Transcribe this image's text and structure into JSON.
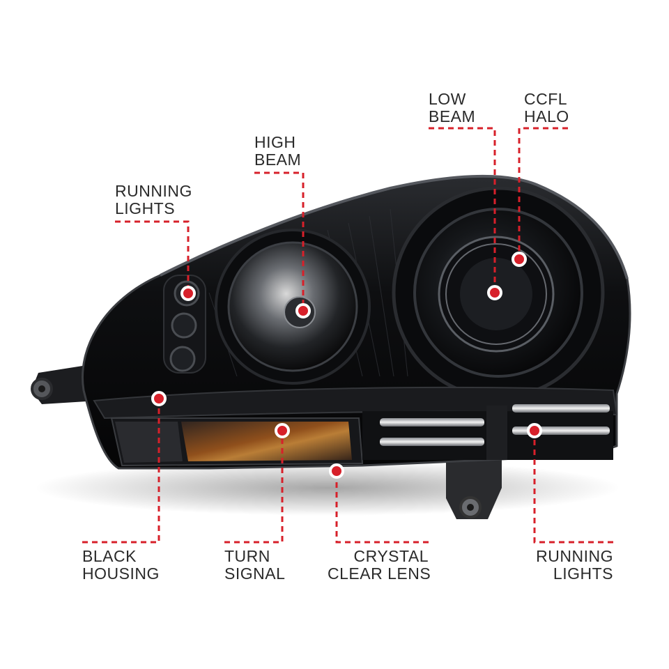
{
  "colors": {
    "accent": "#d7202a",
    "text": "#2a2a2a",
    "housing": "#0d0d0f"
  },
  "callouts": {
    "running_lights_top": {
      "line1": "RUNNING",
      "line2": "LIGHTS"
    },
    "high_beam": {
      "line1": "HIGH",
      "line2": "BEAM"
    },
    "low_beam": {
      "line1": "LOW",
      "line2": "BEAM"
    },
    "ccfl_halo": {
      "line1": "CCFL",
      "line2": "HALO"
    },
    "black_housing": {
      "line1": "BLACK",
      "line2": "HOUSING"
    },
    "turn_signal": {
      "line1": "TURN",
      "line2": "SIGNAL"
    },
    "crystal_clear_lens": {
      "line1": "CRYSTAL",
      "line2": "CLEAR LENS"
    },
    "running_lights_bottom": {
      "line1": "RUNNING",
      "line2": "LIGHTS"
    }
  }
}
